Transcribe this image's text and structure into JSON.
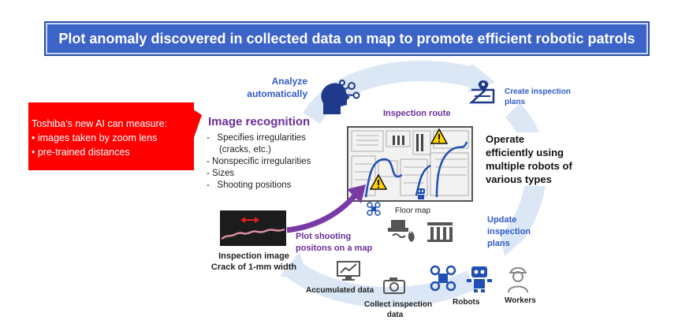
{
  "banner": {
    "title": "Plot anomaly discovered in collected data on map to promote efficient robotic patrols"
  },
  "analyze": {
    "line1": "Analyze",
    "line2": "automatically"
  },
  "create_plans": {
    "line1": "Create inspection",
    "line2": "plans"
  },
  "red_callout": {
    "line1": "Toshiba’s new AI can    measure:",
    "bullets": [
      "• images taken by zoom lens",
      "• pre-trained distances"
    ]
  },
  "image_recognition": {
    "title": "Image recognition",
    "items": [
      "-   Specifies irregularities",
      "     (cracks, etc.)",
      "- Nonspecific irregularities",
      "- Sizes",
      "-   Shooting positions"
    ]
  },
  "inspection_route": "Inspection route",
  "floor_map": "Floor map",
  "operate": {
    "line1": "Operate",
    "line2": "efficiently using",
    "line3": "multiple robots of",
    "line4": "various types"
  },
  "update_plans": {
    "line1": "Update",
    "line2": "inspection",
    "line3": "plans"
  },
  "inspection_image": {
    "line1": "Inspection image",
    "line2": "Crack of 1-mm  width"
  },
  "plot_shooting": {
    "line1": "Plot shooting",
    "line2": "positons on a map"
  },
  "accumulated": "Accumulated data",
  "collect": {
    "line1": "Collect inspection",
    "line2": "data"
  },
  "robots": "Robots",
  "workers": "Workers",
  "colors": {
    "banner": "#3b63c8",
    "callout": "#ff0000",
    "accent_blue": "#2f5cc6",
    "accent_purple": "#6a2e9a",
    "cycle": "#dbe7f5"
  }
}
